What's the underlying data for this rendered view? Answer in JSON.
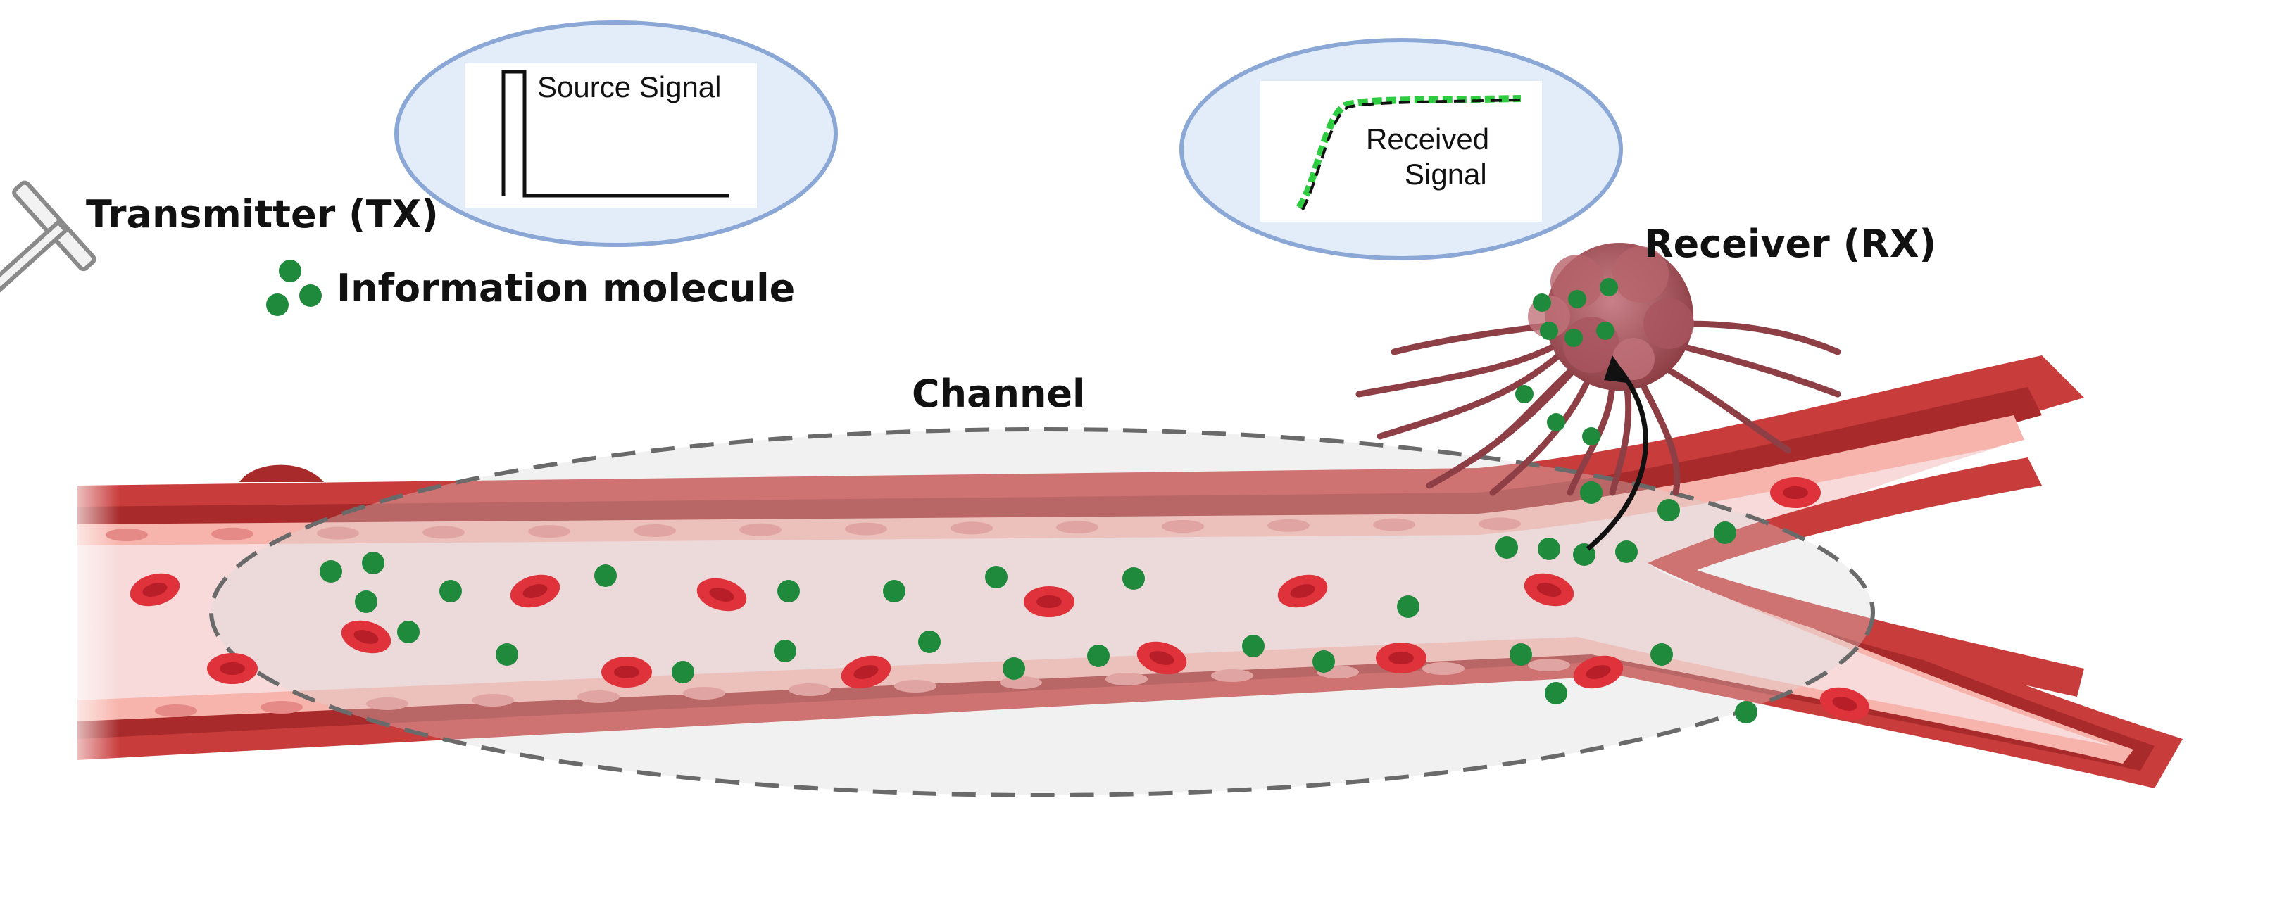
{
  "labels": {
    "transmitter": "Transmitter (TX)",
    "information_molecule": "Information molecule",
    "channel": "Channel",
    "receiver": "Receiver (RX)",
    "source_signal": "Source Signal",
    "received_signal_line1": "Received",
    "received_signal_line2": "Signal"
  },
  "colors": {
    "vessel_wall": "#c93c3c",
    "vessel_wall_dark": "#a82a2a",
    "endothelium": "#f7b4ac",
    "lumen": "#f8dada",
    "red_blood_cell": "#e0323a",
    "molecule": "#1f8a3c",
    "bubble_fill": "#e3edf9",
    "bubble_stroke": "#8aa7d6",
    "channel_fill": "#d8d8d8",
    "syringe_liquid": "#2eb84a",
    "tumor": "#a9545a",
    "received_curve": "#2ecc40"
  },
  "icons": {
    "transmitter": "syringe-icon",
    "receiver": "tumor-cell-icon",
    "molecule": "molecule-icon",
    "cell": "red-blood-cell-icon"
  }
}
